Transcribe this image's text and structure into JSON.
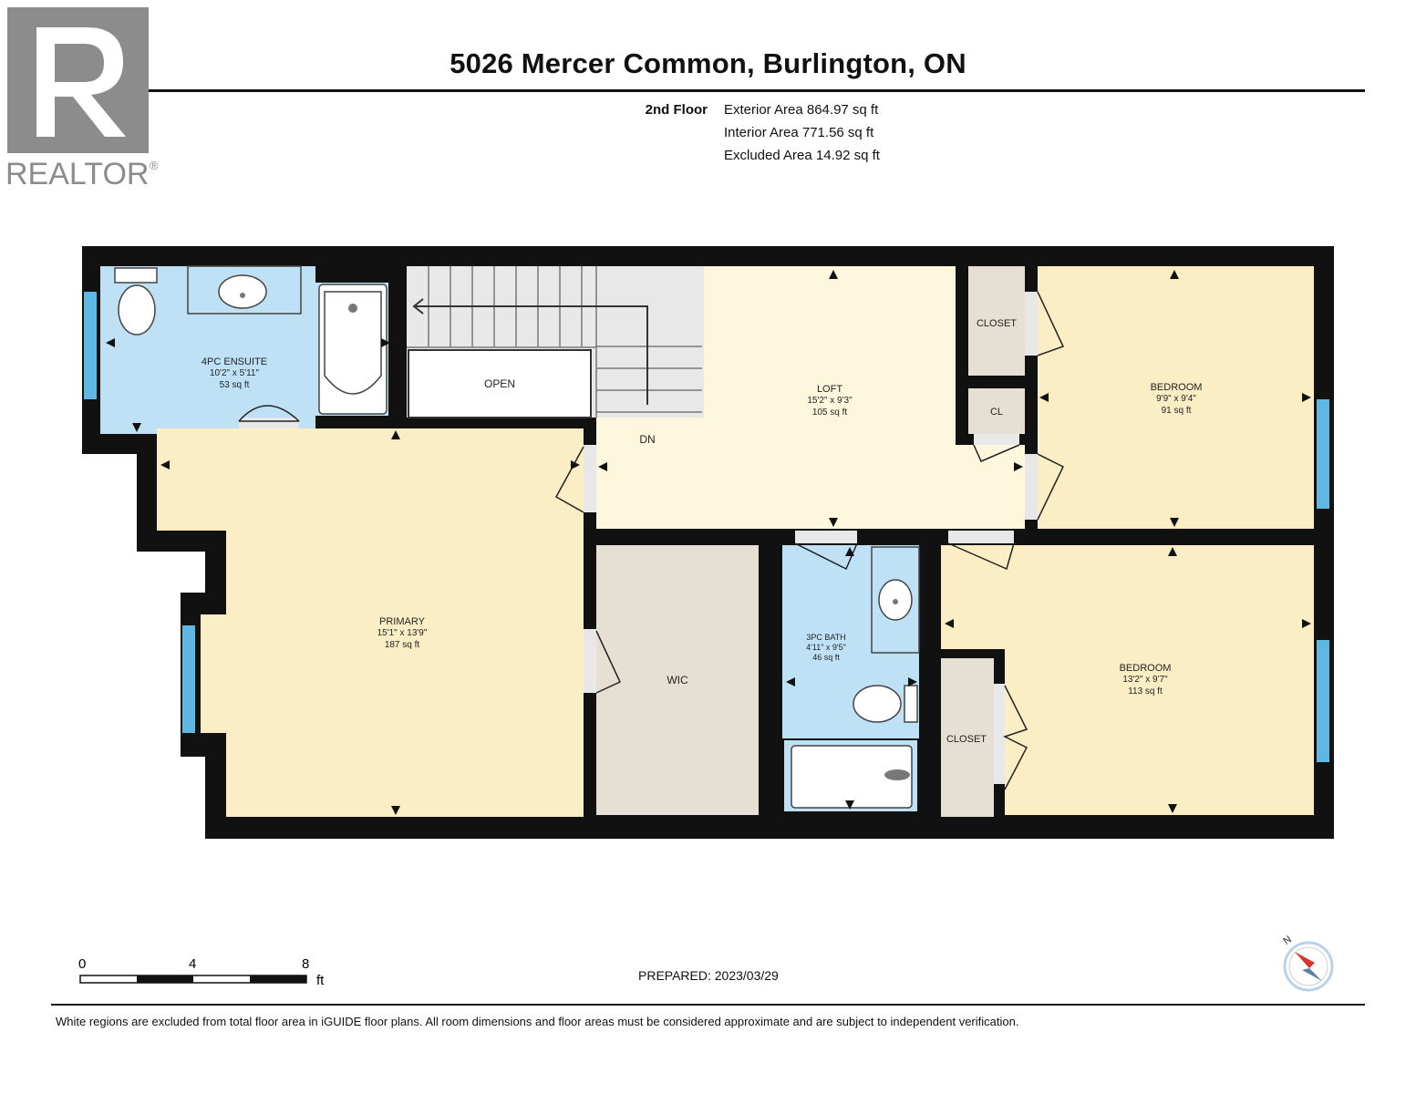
{
  "header": {
    "title": "5026 Mercer Common, Burlington, ON",
    "floor_label": "2nd Floor",
    "areas": [
      "Exterior Area 864.97 sq ft",
      "Interior Area 771.56 sq ft",
      "Excluded Area 14.92 sq ft"
    ]
  },
  "logo": {
    "text": "REALTOR",
    "mark": "®"
  },
  "rooms": {
    "ensuite": {
      "name": "4PC ENSUITE",
      "dims": "10'2\" x 5'11\"",
      "area": "53 sq ft"
    },
    "open": {
      "name": "OPEN"
    },
    "loft": {
      "name": "LOFT",
      "dims": "15'2\" x 9'3\"",
      "area": "105 sq ft"
    },
    "dn": {
      "name": "DN"
    },
    "closet_top": {
      "name": "CLOSET"
    },
    "cl": {
      "name": "CL"
    },
    "bedroom_1": {
      "name": "BEDROOM",
      "dims": "9'9\" x 9'4\"",
      "area": "91 sq ft"
    },
    "primary": {
      "name": "PRIMARY",
      "dims": "15'1\" x 13'9\"",
      "area": "187 sq ft"
    },
    "wic": {
      "name": "WIC"
    },
    "bath": {
      "name": "3PC BATH",
      "dims": "4'11\" x 9'5\"",
      "area": "46 sq ft"
    },
    "closet_bottom": {
      "name": "CLOSET"
    },
    "bedroom_2": {
      "name": "BEDROOM",
      "dims": "13'2\" x 9'7\"",
      "area": "113 sq ft"
    }
  },
  "scale": {
    "ticks": [
      "0",
      "4",
      "8"
    ],
    "unit": "ft"
  },
  "compass": {
    "label": "N"
  },
  "footer": {
    "prepared": "PREPARED: 2023/03/29",
    "disclaimer": "White regions are excluded from total floor area in iGUIDE floor plans. All room dimensions and floor areas must be considered approximate and are subject to independent verification."
  },
  "colors": {
    "wall": "#111111",
    "wet_room": "#bfe1f6",
    "living_room": "#fdf7dd",
    "bedroom": "#fbedc4",
    "closet": "#e6dfd3",
    "stairs": "#e8e8e8",
    "window": "#5fb7e3",
    "logo_gray": "#8c8c8c",
    "compass_red": "#d9342b"
  }
}
